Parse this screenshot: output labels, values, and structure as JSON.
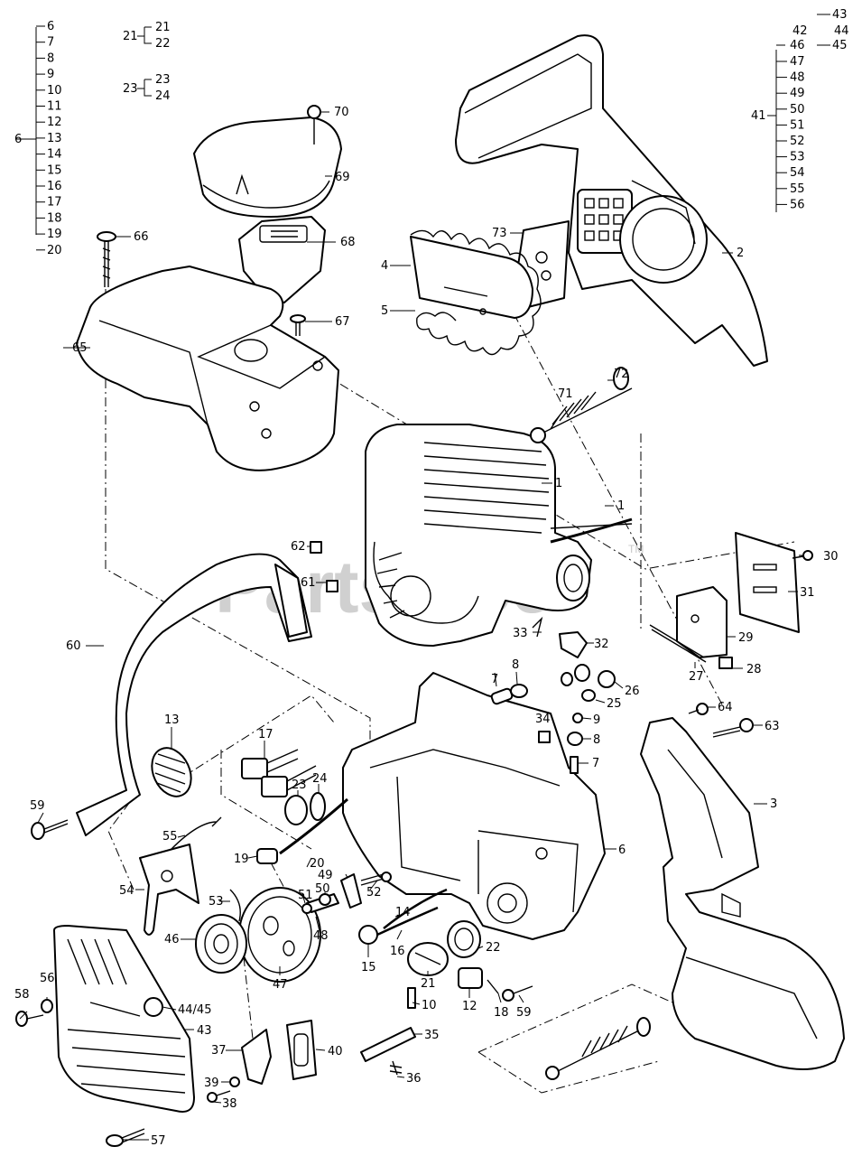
{
  "watermark": {
    "text": "PartsTree",
    "tm": "TM"
  },
  "index": {
    "left_list": [
      "6",
      "7",
      "8",
      "9",
      "10",
      "11",
      "12",
      "13",
      "14",
      "15",
      "16",
      "17",
      "18",
      "19",
      "20"
    ],
    "left_parent": "6",
    "group_21": {
      "parent": "21",
      "children": [
        "21",
        "22"
      ]
    },
    "group_23": {
      "parent": "23",
      "children": [
        "23",
        "24"
      ]
    },
    "right_top": [
      "43",
      "42",
      "44",
      "46",
      "45"
    ],
    "right_list": [
      "47",
      "48",
      "49",
      "50",
      "51",
      "52",
      "53",
      "54",
      "55",
      "56"
    ],
    "right_parent": "41"
  },
  "callouts": {
    "c1": "1",
    "c1b": "1",
    "c2": "2",
    "c3": "3",
    "c4": "4",
    "c5": "5",
    "c6": "6",
    "c7a": "7",
    "c7b": "7",
    "c8a": "8",
    "c8b": "8",
    "c9": "9",
    "c10": "10",
    "c12": "12",
    "c13": "13",
    "c14": "14",
    "c15": "15",
    "c16": "16",
    "c17": "17",
    "c18": "18",
    "c19": "19",
    "c20": "20",
    "c21": "21",
    "c22": "22",
    "c23": "23",
    "c24": "24",
    "c25": "25",
    "c26": "26",
    "c27": "27",
    "c28": "28",
    "c29": "29",
    "c30": "30",
    "c31": "31",
    "c32": "32",
    "c33": "33",
    "c34": "34",
    "c35": "35",
    "c36": "36",
    "c37": "37",
    "c38": "38",
    "c39": "39",
    "c40": "40",
    "c43": "43",
    "c4445": "44/45",
    "c46": "46",
    "c47": "47",
    "c48": "48",
    "c49": "49",
    "c50": "50",
    "c51": "51",
    "c52": "52",
    "c53": "53",
    "c54": "54",
    "c55": "55",
    "c56": "56",
    "c57": "57",
    "c58": "58",
    "c59a": "59",
    "c59b": "59",
    "c60": "60",
    "c61": "61",
    "c62": "62",
    "c63": "63",
    "c64": "64",
    "c65": "65",
    "c66": "66",
    "c67": "67",
    "c68": "68",
    "c69": "69",
    "c70": "70",
    "c71": "71",
    "c72": "72",
    "c73": "73"
  }
}
